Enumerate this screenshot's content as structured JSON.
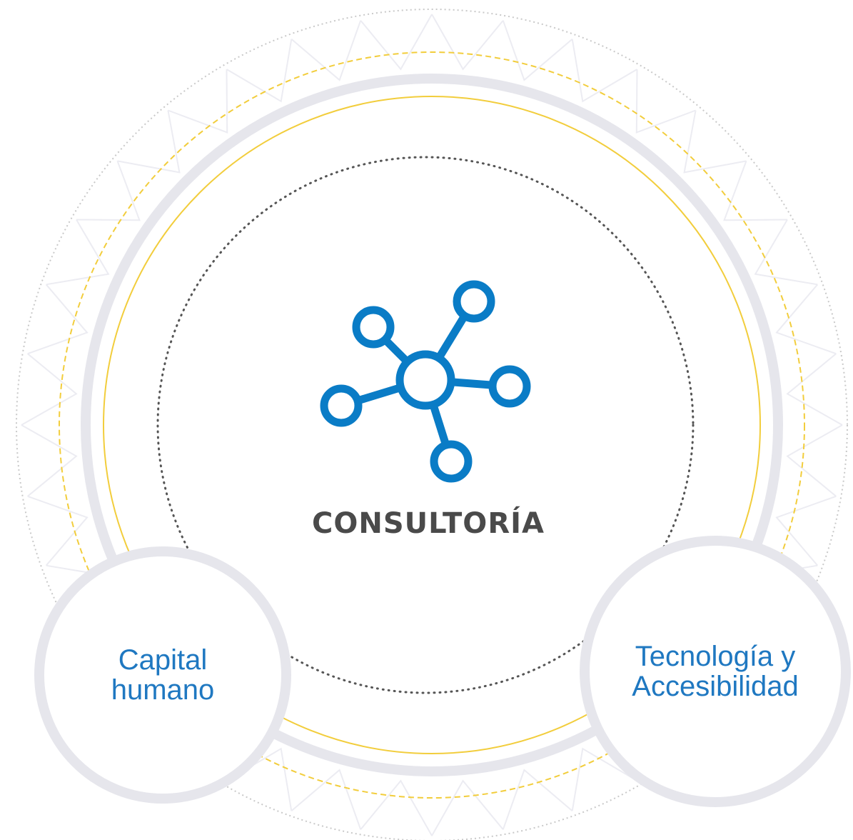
{
  "center": {
    "title": "CONSULTORÍA",
    "icon": "network-hub-icon",
    "icon_color": "#0a7cc6"
  },
  "nodes": [
    {
      "line1": "Capital",
      "line2": "humano"
    },
    {
      "line1": "Tecnología y",
      "line2": "Accesibilidad"
    }
  ],
  "colors": {
    "ring_gray": "#e6e6ec",
    "ring_yellow": "#f2cd3c",
    "dots_dark": "#555555",
    "dots_light": "#c9c9c9",
    "label_blue": "#1f78c1",
    "title_gray": "#4a4a4a"
  }
}
